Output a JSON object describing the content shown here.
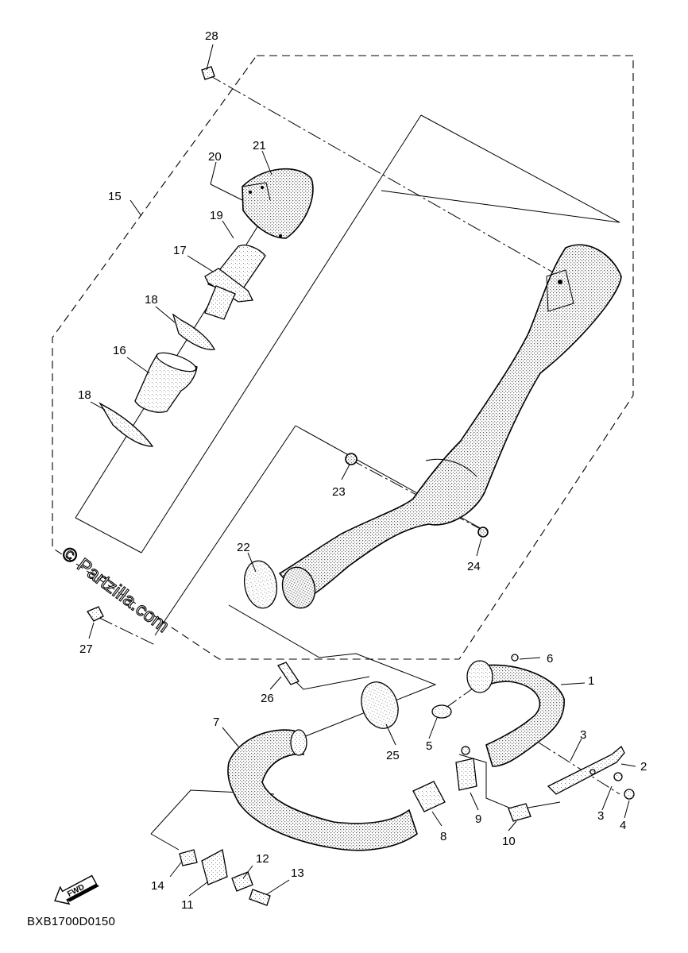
{
  "watermark": "© Partzilla.com",
  "diagram_code": "BXB1700D0150",
  "fwd_label": "FWD",
  "callouts": [
    "1",
    "2",
    "3",
    "3",
    "4",
    "5",
    "6",
    "7",
    "8",
    "9",
    "10",
    "11",
    "12",
    "13",
    "14",
    "15",
    "16",
    "17",
    "18",
    "18",
    "19",
    "20",
    "21",
    "22",
    "23",
    "24",
    "25",
    "26",
    "27",
    "28"
  ]
}
